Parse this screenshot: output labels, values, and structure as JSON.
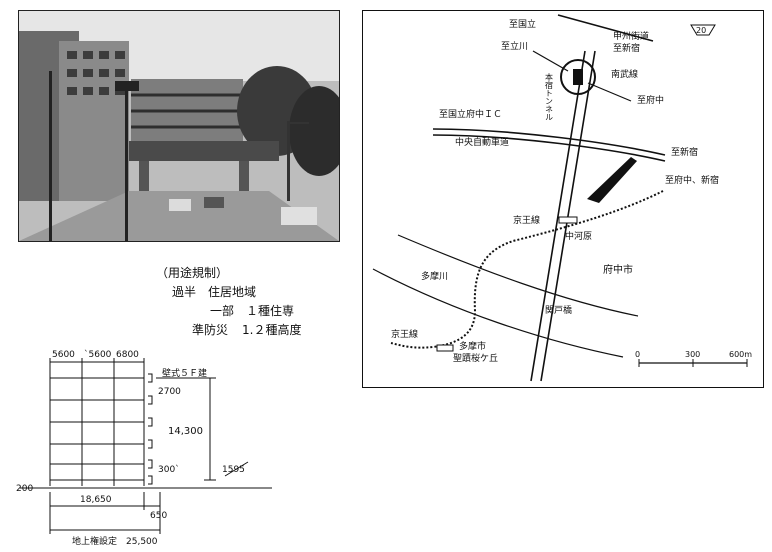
{
  "zoning": {
    "title": "（用途規制）",
    "line1": "過半　住居地域",
    "line2": "一部　１種住専",
    "line3_a": "準防災",
    "line3_b": "1.２種高度"
  },
  "section": {
    "dim_top_1": "5600",
    "dim_top_2": "`5600",
    "dim_top_3": "6800",
    "label_wall": "壁式５Ｆ建",
    "dim_floor": "2700",
    "dim_height": "14,300",
    "dim_300": "300`",
    "dim_1595": "1595",
    "dim_200": "200",
    "dim_18650": "18,650",
    "dim_650": "650",
    "label_bottom": "地上権設定　25,500"
  },
  "map": {
    "to_kunitachi": "至国立",
    "koshu_kaido": "甲州街道",
    "to_shinjuku_1": "至新宿",
    "route_no": "20",
    "to_tachikawa": "至立川",
    "nambu_line": "南武線",
    "hon_tunnel": "本宿トンネル",
    "to_fuchu": "至府中",
    "to_kunitachi_fuchu_ic": "至国立府中ＩＣ",
    "chuo_expressway": "中央自動車道",
    "to_shinjuku_2": "至新宿",
    "to_fuchu_shinjuku": "至府中、新宿",
    "keio_line_1": "京王線",
    "nakagawara": "中河原",
    "fuchu_city": "府中市",
    "tamagawa": "多摩川",
    "sekido_bridge": "関戸橋",
    "keio_line_2": "京王線",
    "tama_city": "多摩市",
    "seiseki": "聖蹟桜ケ丘",
    "scale_0": "0",
    "scale_300": "300",
    "scale_600": "600m"
  }
}
